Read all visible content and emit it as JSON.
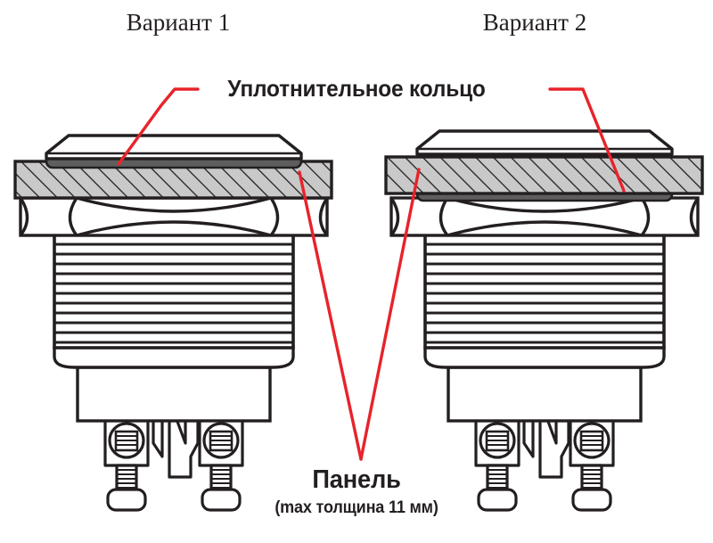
{
  "figure": {
    "kind": "technical-cross-section-diagram",
    "subject": "panel-mounted push button switch mounting variants"
  },
  "titles": {
    "variant_1": "Вариант 1",
    "variant_2": "Вариант 2"
  },
  "labels": {
    "oring": "Уплотнительное кольцо",
    "panel": "Панель",
    "panel_note": "(max толщина 11 мм)"
  },
  "colors": {
    "leader": "#e8232a",
    "outline": "#231f20",
    "oring_fill": "#5e5e5e",
    "panel_fill": "#c9c9c9",
    "hatch": "#231f20",
    "body_fill": "#ffffff",
    "text": "#231f20"
  },
  "variants": [
    {
      "name": "Вариант 1",
      "oring_position": "above-panel",
      "stack_top_to_bottom": [
        "button cap",
        "o-ring",
        "panel",
        "hex nut",
        "threaded body",
        "taper",
        "terminal block",
        "terminals"
      ]
    },
    {
      "name": "Вариант 2",
      "oring_position": "below-panel",
      "stack_top_to_bottom": [
        "button cap",
        "panel",
        "o-ring",
        "hex nut",
        "threaded body",
        "taper",
        "terminal block",
        "terminals"
      ]
    }
  ],
  "part_names": {
    "cap": "button-cap",
    "oring": "sealing-o-ring",
    "panel": "mounting-panel",
    "nut": "hex-nut",
    "thread": "threaded-body",
    "taper": "tapered-shoulder",
    "terminal_block": "terminal-block",
    "screw_terminal": "screw-terminal",
    "blade_terminal": "blade-terminal"
  },
  "specs": {
    "panel_max_thickness": "11 мм"
  }
}
